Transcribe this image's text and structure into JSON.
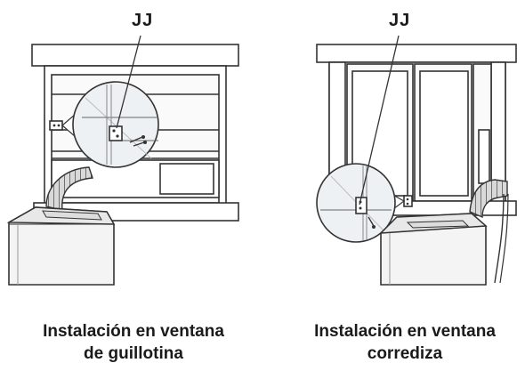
{
  "left_panel": {
    "callout": "JJ",
    "caption_line1": "Instalación en ventana",
    "caption_line2": "de guillotina"
  },
  "right_panel": {
    "callout": "JJ",
    "caption_line1": "Instalación en ventana",
    "caption_line2": "corrediza"
  },
  "colors": {
    "line": "#333333",
    "glass": "#eef1f3",
    "unit": "#f4f4f4",
    "hose": "#cfcfcf"
  }
}
